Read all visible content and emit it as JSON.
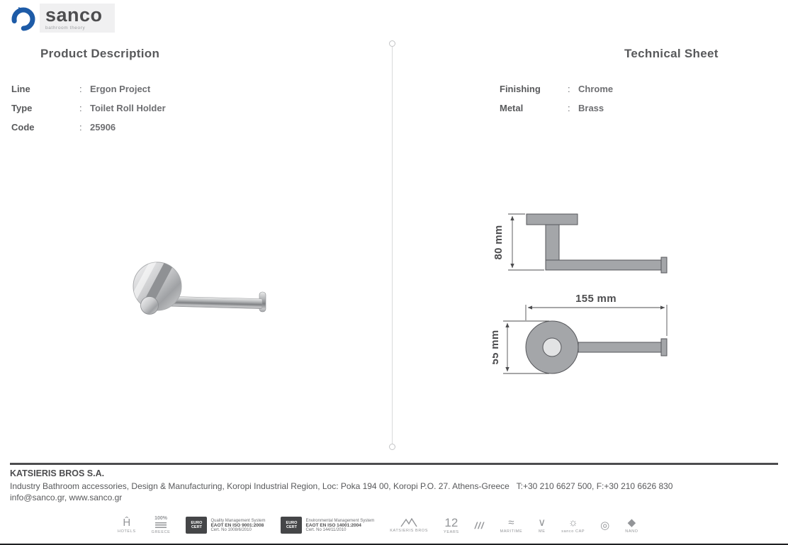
{
  "brand": {
    "name": "sanco",
    "tagline": "bathroom theory"
  },
  "product": {
    "title": "Product Description",
    "fields": [
      {
        "label": "Line",
        "sep": ":",
        "value": "Ergon Project"
      },
      {
        "label": "Type",
        "sep": ":",
        "value": "Toilet Roll Holder"
      },
      {
        "label": "Code",
        "sep": ":",
        "value": "25906"
      }
    ]
  },
  "technical": {
    "title": "Technical Sheet",
    "fields": [
      {
        "label": "Finishing",
        "sep": ":",
        "value": "Chrome"
      },
      {
        "label": "Metal",
        "sep": ":",
        "value": "Brass"
      }
    ],
    "dims": {
      "height": "80 mm",
      "width": "155 mm",
      "diameter": "55 mm"
    }
  },
  "footer": {
    "company": "KATSIERIS BROS S.A.",
    "address": "Industry Bathroom accessories, Design & Manufacturing, Koropi Industrial Region, Loc: Poka 194 00, Koropi P.O. 27. Athens-Greece   T:+30 210 6627 500, F:+30 210 6626 830",
    "web": "info@sanco.gr, www.sanco.gr",
    "badges": {
      "hotels": {
        "glyph": "Ĥ",
        "label": "HOTELS"
      },
      "greece": {
        "pct": "100%",
        "label": "GREECE"
      },
      "cert_quality": {
        "badge": "EURO CERT",
        "line1": "Quality Management System",
        "line2": "EAOT EN ISO 9001:2008",
        "line3": "Cert. No 1008/6/2010"
      },
      "cert_env": {
        "badge": "EURO CERT",
        "line1": "Environmental Management System",
        "line2": "EAOT EN ISO 14001:2004",
        "line3": "Cert. No 144/11/2010"
      },
      "katsieris": {
        "label": "KATSIERIS BROS"
      },
      "years": {
        "num": "12",
        "label": "YEARS"
      },
      "pro": {
        "glyph": "///"
      },
      "maritime": {
        "glyph": "≈",
        "label": "MARITIME"
      },
      "me": {
        "glyph": "∨",
        "label": "ME"
      },
      "sanco_cap": {
        "glyph": "☼",
        "label": "sanco CAP"
      },
      "cert_mark": {
        "glyph": "◎"
      },
      "nano": {
        "glyph": "◆",
        "label": "NANO"
      }
    }
  }
}
